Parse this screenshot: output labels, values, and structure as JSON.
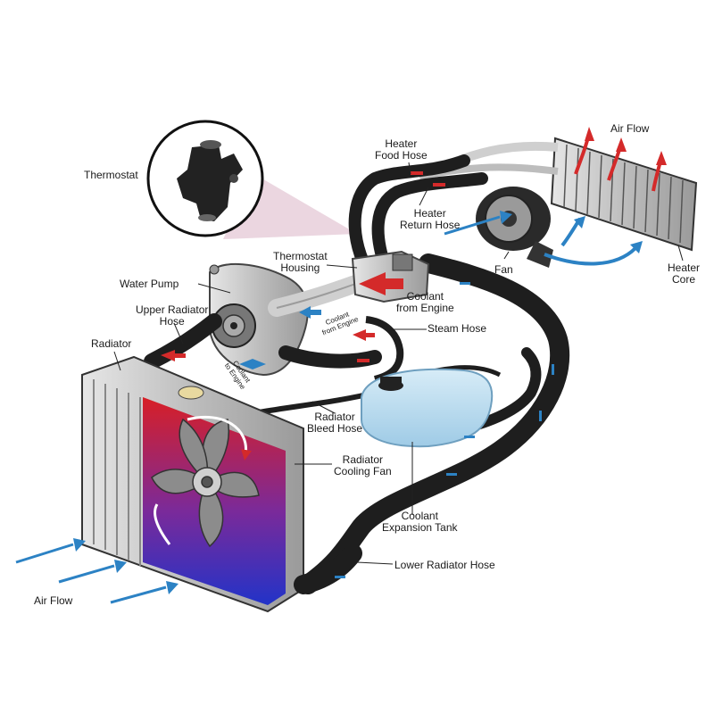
{
  "labels": {
    "thermostat": "Thermostat",
    "heater_food_hose": [
      "Heater",
      "Food Hose"
    ],
    "air_flow_top": "Air Flow",
    "heater_return_hose": [
      "Heater",
      "Return Hose"
    ],
    "fan": "Fan",
    "heater_core": [
      "Heater",
      "Core"
    ],
    "thermostat_housing": [
      "Thermostat",
      "Housing"
    ],
    "water_pump": "Water Pump",
    "coolant_from_engine": [
      "Coolant",
      "from Engine"
    ],
    "coolant_from_engine_small": [
      "Coolant",
      "from Engine"
    ],
    "upper_radiator_hose": [
      "Upper Radiator",
      "Hose"
    ],
    "steam_hose": "Steam Hose",
    "radiator": "Radiator",
    "coolant_to_engine_small": [
      "Coolant",
      "to Engine"
    ],
    "radiator_bleed_hose": [
      "Radiator",
      "Bleed Hose"
    ],
    "radiator_cooling_fan": [
      "Radiator",
      "Cooling Fan"
    ],
    "coolant_expansion_tank": [
      "Coolant",
      "Expansion Tank"
    ],
    "lower_radiator_hose": "Lower Radiator Hose",
    "air_flow_bottom": "Air Flow"
  },
  "colors": {
    "hose": "#1e1e1e",
    "flow_hot": "#d42a2a",
    "flow_cool": "#2c82c4",
    "tank": "#bcdcef",
    "metal": "#c8c8c8"
  }
}
